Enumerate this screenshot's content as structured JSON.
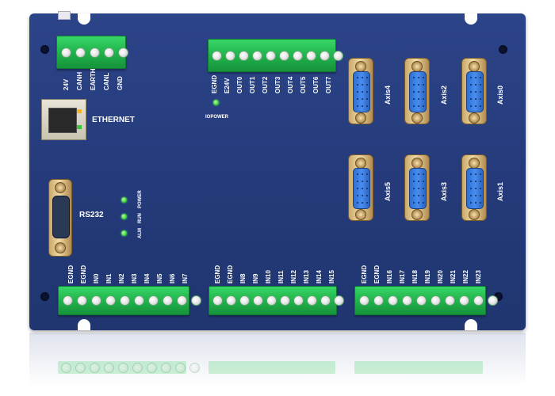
{
  "device": {
    "ethernet_label": "ETHERNET",
    "rs232_label": "RS232",
    "iopower_label": "IOPOWER",
    "power_terminal": [
      "24V",
      "CANH",
      "EARTH",
      "CANL",
      "GND"
    ],
    "output_terminal": [
      "EGND",
      "E24V",
      "OUT0",
      "OUT1",
      "OUT2",
      "OUT3",
      "OUT4",
      "OUT5",
      "OUT6",
      "OUT7"
    ],
    "input_block_1": [
      "EGND",
      "EGND",
      "IN0",
      "IN1",
      "IN2",
      "IN3",
      "IN4",
      "IN5",
      "IN6",
      "IN7"
    ],
    "input_block_2": [
      "EGND",
      "EGND",
      "IN8",
      "IN9",
      "IN10",
      "IN11",
      "IN12",
      "IN13",
      "IN14",
      "IN15"
    ],
    "input_block_3": [
      "EGND",
      "EGND",
      "IN16",
      "IN17",
      "IN18",
      "IN19",
      "IN20",
      "IN21",
      "IN22",
      "IN23"
    ],
    "status_leds": [
      "POWER",
      "RUN",
      "ALM"
    ],
    "axes_top": [
      "Axis4",
      "Axis2",
      "Axis0"
    ],
    "axes_bottom": [
      "Axis5",
      "Axis3",
      "Axis1"
    ]
  },
  "colors": {
    "board": "#243a7a",
    "terminal": "#22b24c",
    "led": "#3ed23b",
    "connector": "#3a7fe0"
  }
}
